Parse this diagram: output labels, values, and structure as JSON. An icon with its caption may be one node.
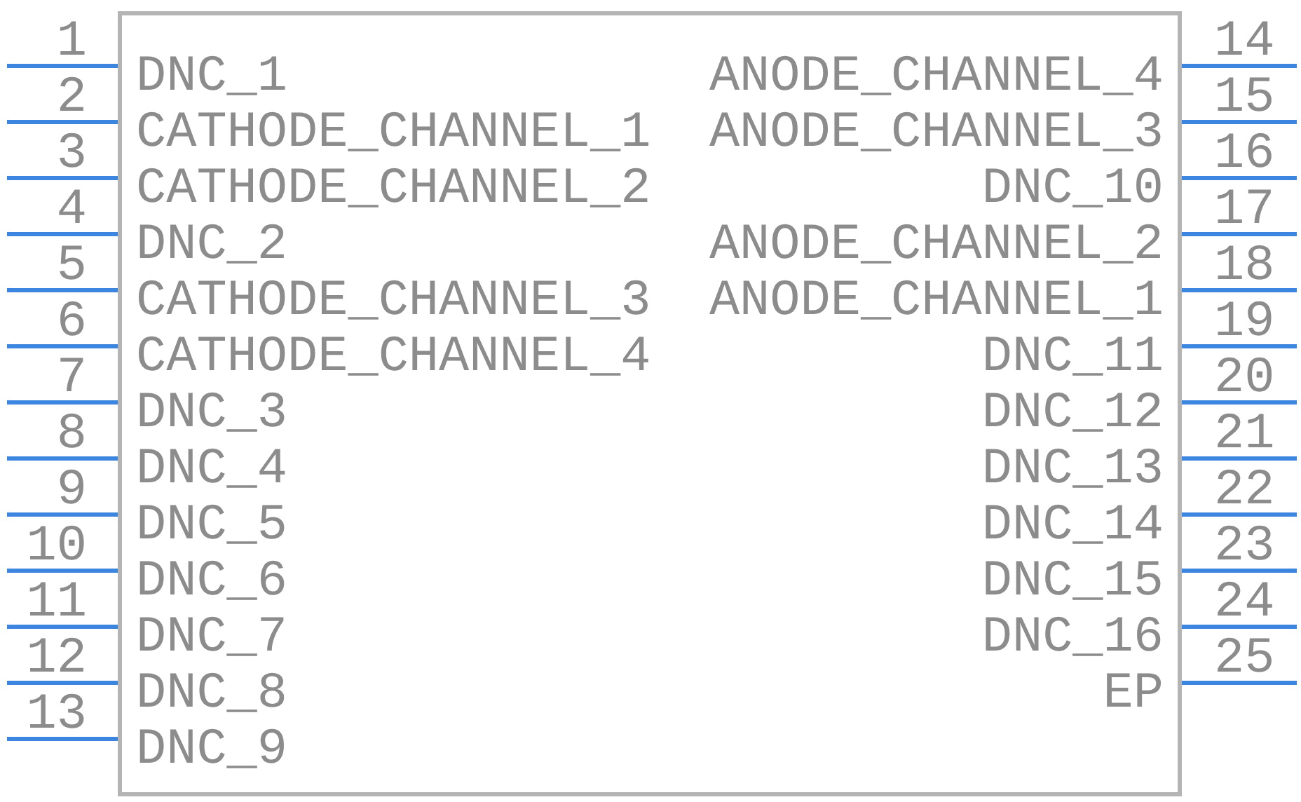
{
  "diagram": {
    "nodes": [
      {
        "text": [],
        "shape": "box"
      }
    ],
    "labels": [
      "1",
      "2",
      "3",
      "4",
      "5",
      "6",
      "7",
      "8",
      "9",
      "10",
      "11",
      "12",
      "13",
      "DNC_1",
      "CATHODE_CHANNEL_1",
      "CATHODE_CHANNEL_2",
      "DNC_2",
      "CATHODE_CHANNEL_3",
      "CATHODE_CHANNEL_4",
      "DNC_3",
      "DNC_4",
      "DNC_5",
      "DNC_6",
      "DNC_7",
      "DNC_8",
      "DNC_9",
      "ANODE_CHANNEL_4",
      "ANODE_CHANNEL_3",
      "DNC_10",
      "ANODE_CHANNEL_2",
      "ANODE_CHANNEL_1",
      "DNC_11",
      "DNC_12",
      "DNC_13",
      "DNC_14",
      "DNC_15",
      "DNC_16",
      "EP",
      "14",
      "15",
      "16",
      "17",
      "18",
      "19",
      "20",
      "21",
      "22",
      "23",
      "24",
      "25"
    ]
  }
}
